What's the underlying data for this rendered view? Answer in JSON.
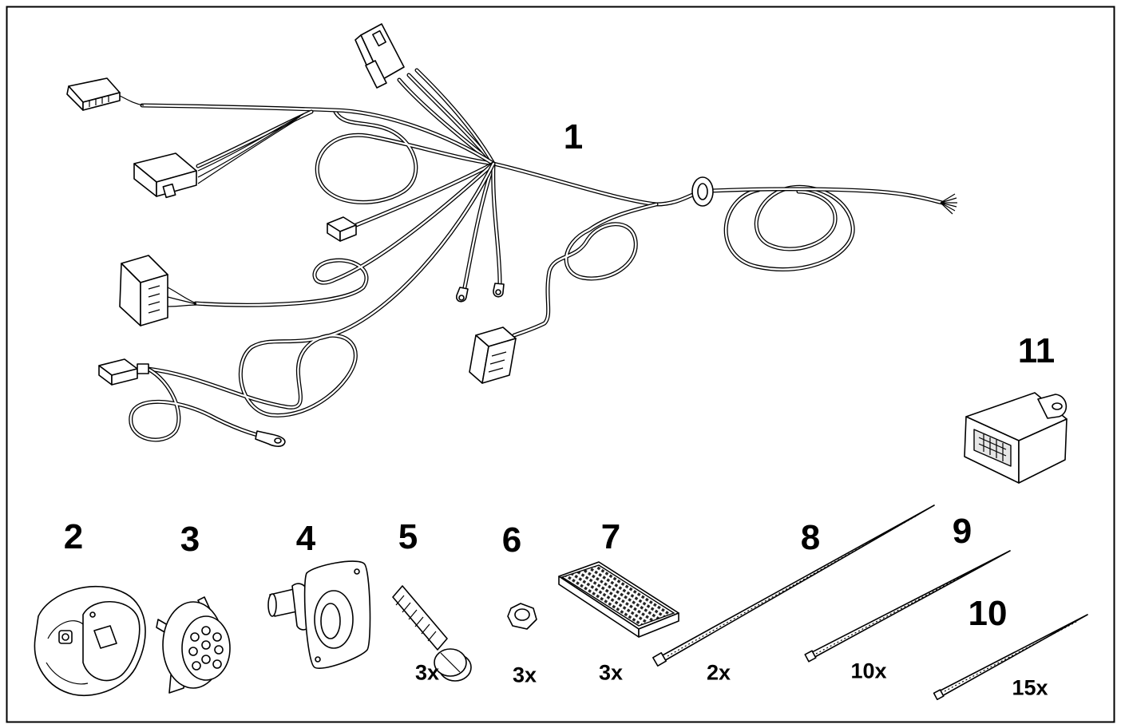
{
  "callouts": {
    "p1": "1",
    "p2": "2",
    "p3": "3",
    "p4": "4",
    "p5": "5",
    "p6": "6",
    "p7": "7",
    "p8": "8",
    "p9": "9",
    "p10": "10",
    "p11": "11"
  },
  "quantities": {
    "p5": "3x",
    "p6": "3x",
    "p7": "3x",
    "p8": "2x",
    "p9": "10x",
    "p10": "15x"
  }
}
